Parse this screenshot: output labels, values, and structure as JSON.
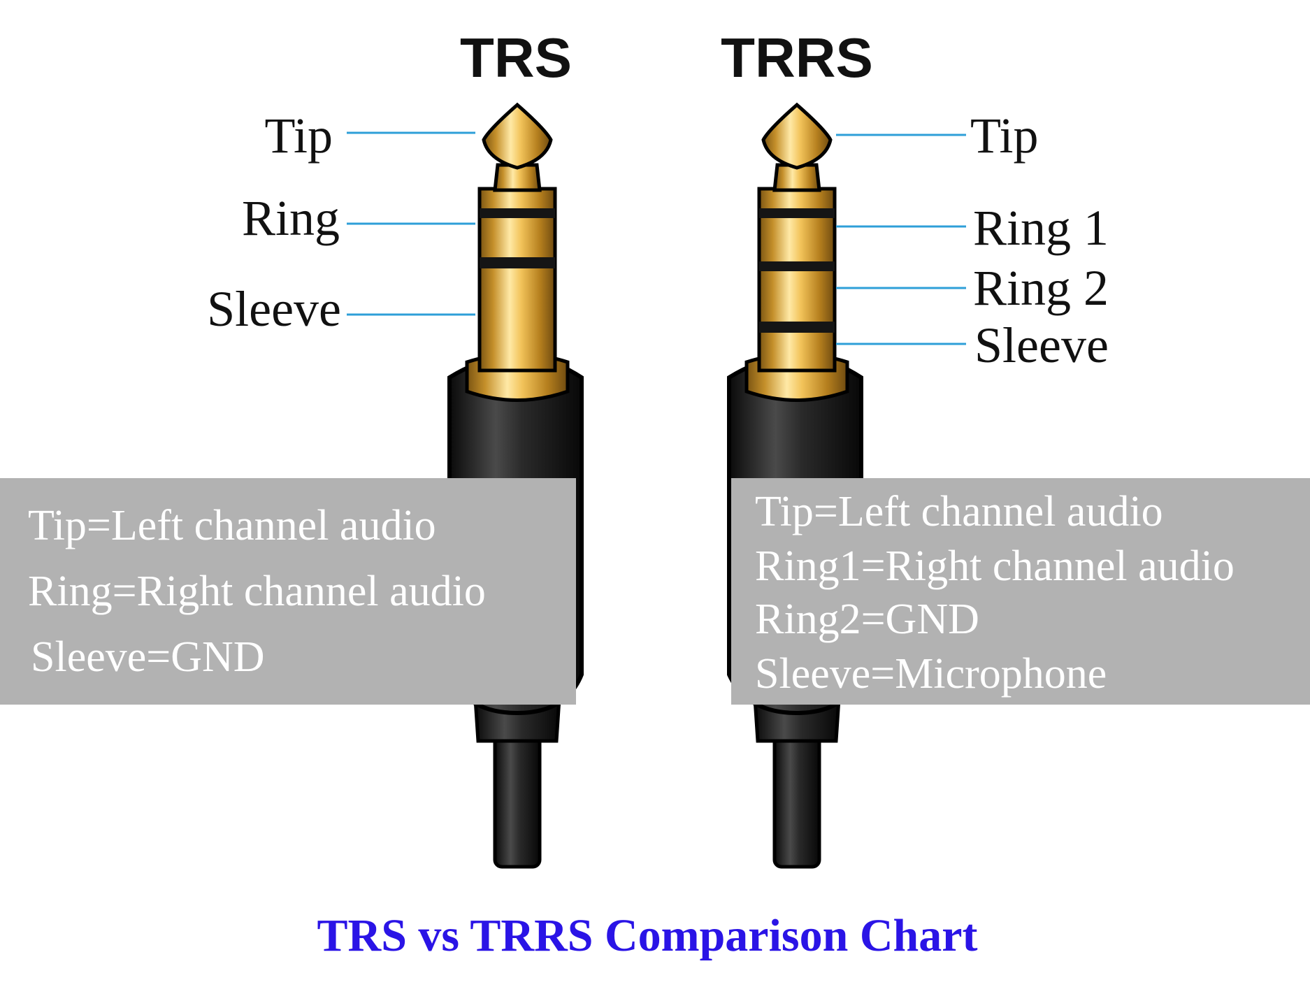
{
  "caption": "TRS vs TRRS Comparison Chart",
  "colors": {
    "caption": "#2a14e6",
    "leader_line": "#2e9fd8",
    "description_box": "#b2b2b2",
    "description_text": "#ffffff",
    "gold": "#d9a73a",
    "insulator": "#151515",
    "cable": "#1c1c1c"
  },
  "connectors": [
    {
      "title": "TRS",
      "parts": [
        "Tip",
        "Ring",
        "Sleeve"
      ],
      "descriptions": [
        "Tip=Left channel audio",
        "Ring=Right channel audio",
        "Sleeve=GND"
      ]
    },
    {
      "title": "TRRS",
      "parts": [
        "Tip",
        "Ring 1",
        "Ring 2",
        "Sleeve"
      ],
      "descriptions": [
        "Tip=Left channel audio",
        "Ring1=Right channel audio",
        "Ring2=GND",
        "Sleeve=Microphone"
      ]
    }
  ]
}
